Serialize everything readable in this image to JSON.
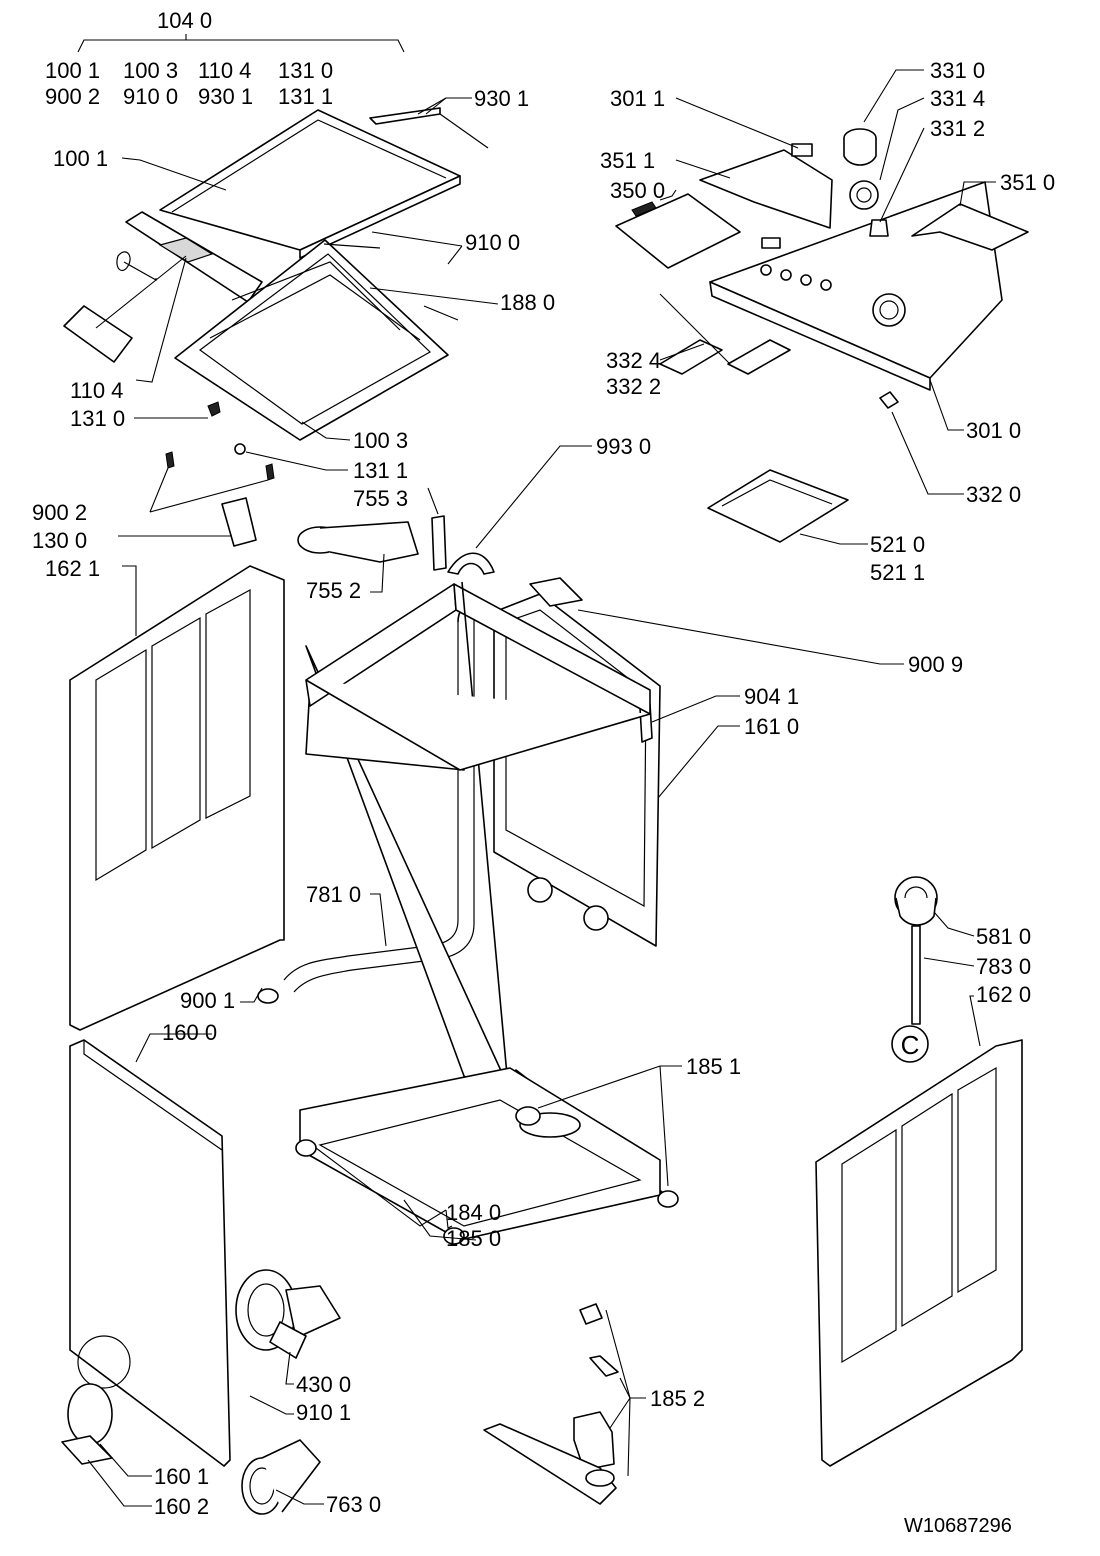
{
  "document_code": "W10687296",
  "callout_labels": {
    "kit_104_0": "104 0",
    "kit_100_1": "100 1",
    "kit_100_3": "100 3",
    "kit_110_4": "110 4",
    "kit_131_0": "131 0",
    "kit_900_2": "900 2",
    "kit_910_0": "910 0",
    "kit_930_1": "930 1",
    "kit_131_1": "131 1",
    "p930_1": "930 1",
    "p100_1": "100 1",
    "p910_0": "910 0",
    "p188_0": "188 0",
    "p110_4": "110 4",
    "p131_0": "131 0",
    "p100_3": "100 3",
    "p131_1": "131 1",
    "p755_3": "755 3",
    "p900_2": "900 2",
    "p130_0": "130 0",
    "p162_1": "162 1",
    "p755_2": "755 2",
    "p301_1": "301 1",
    "p351_1": "351 1",
    "p350_0": "350 0",
    "p331_0": "331 0",
    "p331_4": "331 4",
    "p331_2": "331 2",
    "p351_0": "351 0",
    "p332_4": "332 4",
    "p332_2": "332 2",
    "p301_0": "301 0",
    "p332_0": "332 0",
    "p993_0": "993 0",
    "p521_0": "521 0",
    "p521_1": "521 1",
    "p900_9": "900 9",
    "p904_1": "904 1",
    "p161_0": "161 0",
    "p781_0": "781 0",
    "p900_1": "900 1",
    "p160_0": "160 0",
    "p581_0": "581 0",
    "p783_0": "783 0",
    "p162_0": "162 0",
    "p185_1": "185 1",
    "p184_0": "184 0",
    "p185_0": "185 0",
    "p430_0": "430 0",
    "p910_1": "910 1",
    "p185_2": "185 2",
    "p160_1": "160 1",
    "p160_2": "160 2",
    "p763_0": "763 0"
  },
  "connector_mark": "C"
}
